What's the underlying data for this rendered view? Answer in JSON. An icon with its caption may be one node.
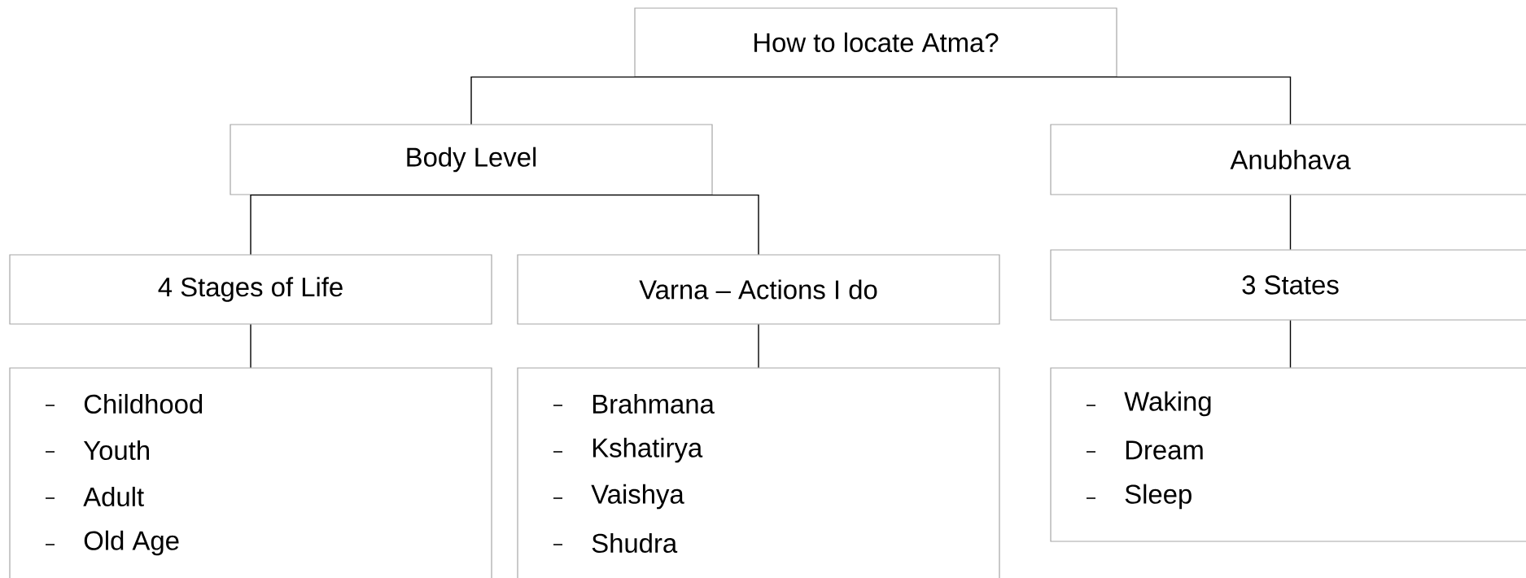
{
  "diagram": {
    "nodes": [
      {
        "text": [
          "How to locate Atma?"
        ]
      },
      {
        "text": [
          "Body Level"
        ]
      },
      {
        "text": [
          "Anubhava"
        ]
      },
      {
        "text": [
          "4 Stages of Life"
        ]
      },
      {
        "text": [
          "Varna – Actions I do"
        ]
      },
      {
        "text": [
          "3 States"
        ]
      },
      {
        "text": [
          "Childhood",
          "Youth",
          "Adult",
          "Old Age"
        ]
      },
      {
        "text": [
          "Brahmana",
          "Kshatirya",
          "Vaishya",
          "Shudra"
        ]
      },
      {
        "text": [
          "Waking",
          "Dream",
          "Sleep"
        ]
      }
    ],
    "edges": [
      {
        "from": 0,
        "to": 1,
        "arrow": "none"
      },
      {
        "from": 0,
        "to": 2,
        "arrow": "none"
      },
      {
        "from": 1,
        "to": 3,
        "arrow": "none"
      },
      {
        "from": 1,
        "to": 4,
        "arrow": "none"
      },
      {
        "from": 2,
        "to": 5,
        "arrow": "none"
      },
      {
        "from": 3,
        "to": 6,
        "arrow": "none"
      },
      {
        "from": 4,
        "to": 7,
        "arrow": "none"
      },
      {
        "from": 5,
        "to": 8,
        "arrow": "none"
      }
    ]
  }
}
